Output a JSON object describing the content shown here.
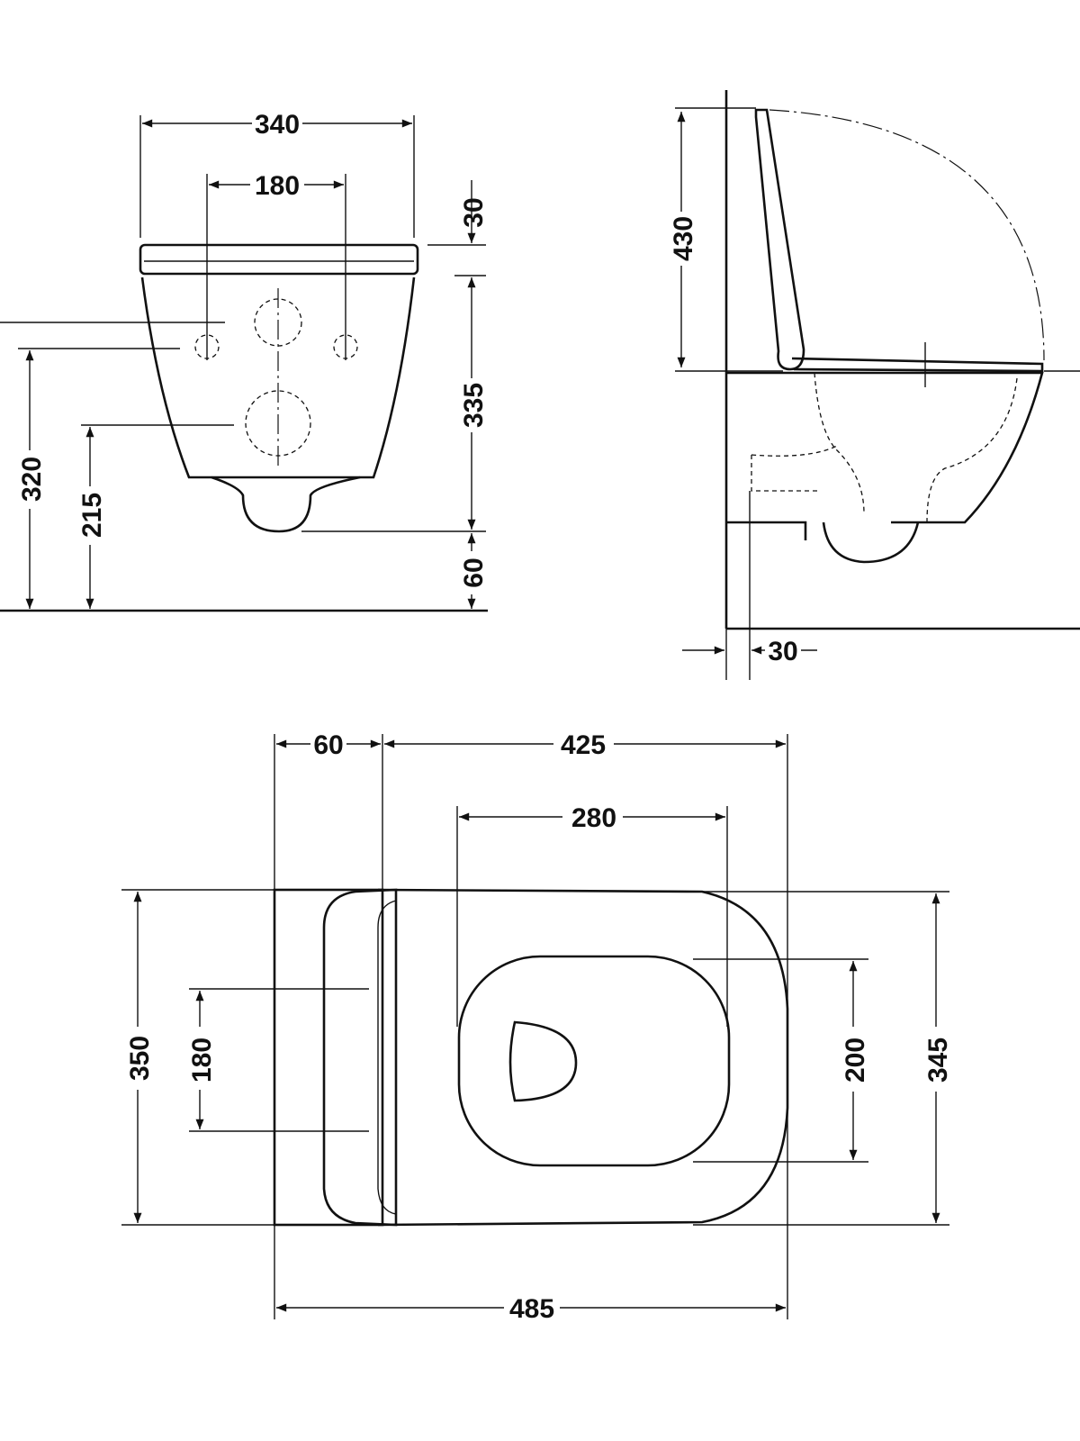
{
  "front_view": {
    "overall_width": "340",
    "fixing_spacing": "180",
    "seat_thickness": "30",
    "bowl_height": "335",
    "fixing_height": "320",
    "outlet_height": "215",
    "floor_gap": "60"
  },
  "side_view": {
    "seat_open_height": "430",
    "wall_offset": "30"
  },
  "top_view": {
    "carrier_depth": "60",
    "bowl_projection": "425",
    "opening_length": "280",
    "overall_width": "350",
    "fixing_spacing": "180",
    "opening_width": "200",
    "bowl_width": "345",
    "overall_length": "485"
  }
}
